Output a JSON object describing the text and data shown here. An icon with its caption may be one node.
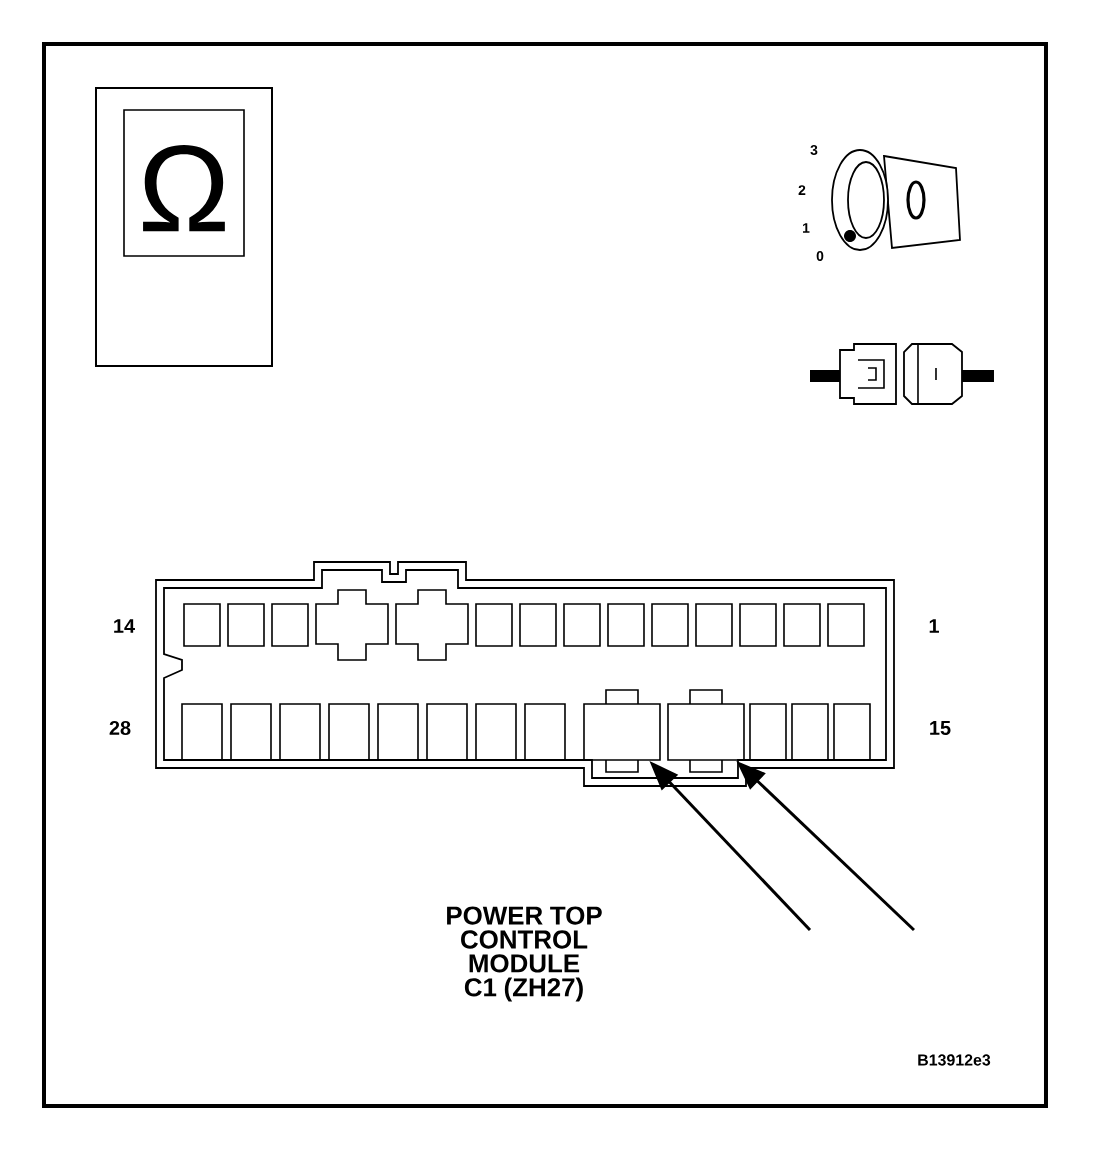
{
  "diagram": {
    "nodes": [
      {
        "text": [],
        "shape": "box"
      },
      {
        "text": [],
        "shape": "box"
      }
    ],
    "edges": [
      {
        "from": null,
        "to": 0,
        "arrow": "to"
      },
      {
        "from": null,
        "to": 1,
        "arrow": "to"
      }
    ],
    "labels": [
      "Ω",
      "3",
      "2",
      "1",
      "0",
      "14",
      "1",
      "28",
      "15",
      "POWER TOP CONTROL MODULE C1 (ZH27)",
      "B13912e3"
    ]
  }
}
